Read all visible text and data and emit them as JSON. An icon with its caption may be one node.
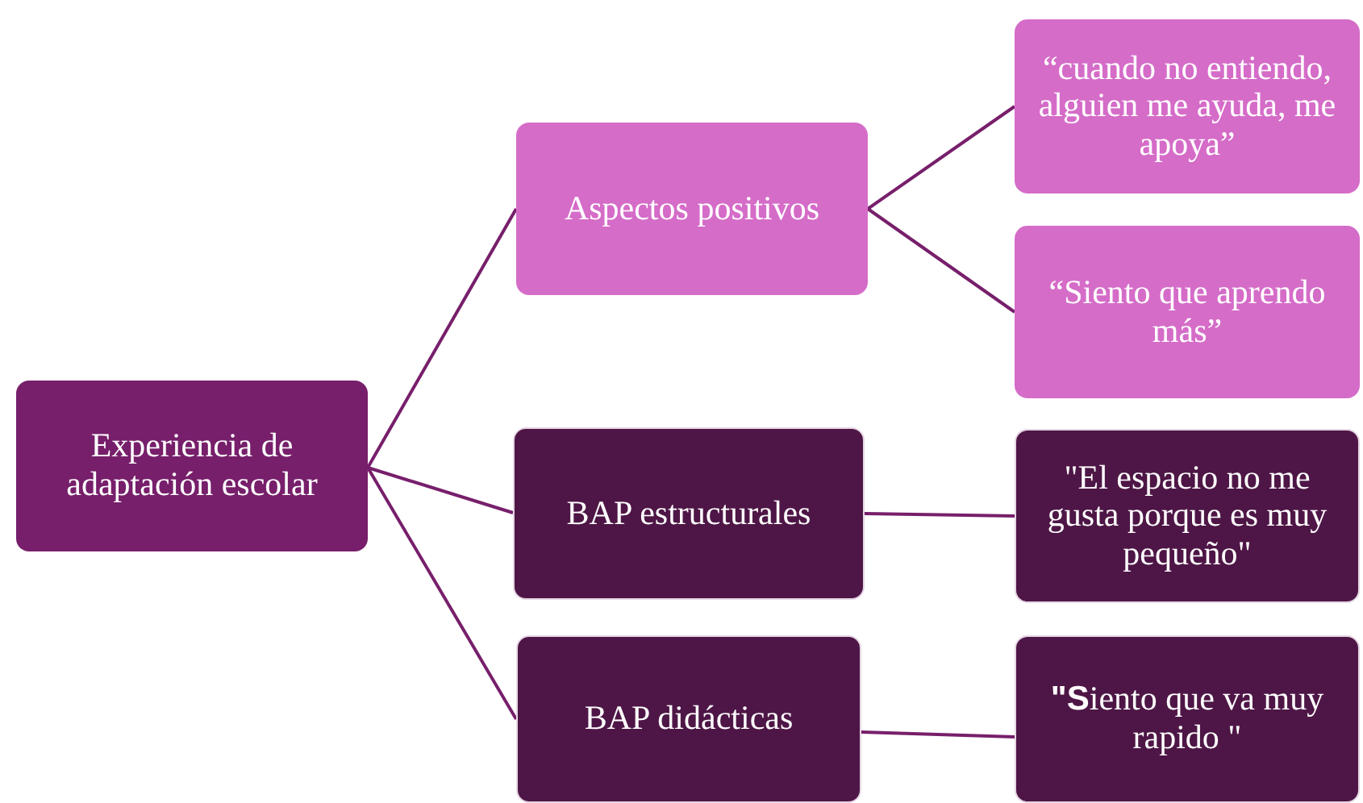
{
  "diagram": {
    "nodes": [
      {
        "text": [
          "Experiencia de adaptación escolar"
        ]
      },
      {
        "text": [
          "Aspectos positivos"
        ]
      },
      {
        "text": [
          "BAP estructurales"
        ]
      },
      {
        "text": [
          "BAP didácticas"
        ]
      },
      {
        "text": [
          "“cuando no entiendo, alguien me ayuda, me apoya”"
        ]
      },
      {
        "text": [
          "“Siento que aprendo más”"
        ]
      },
      {
        "text": [
          "\"El espacio no me gusta porque es muy pequeño\""
        ]
      },
      {
        "text": [
          "**\"S**iento que va muy rapido \""
        ]
      }
    ],
    "edges": [
      {
        "from": 0,
        "to": 1,
        "arrow": "none"
      },
      {
        "from": 0,
        "to": 2,
        "arrow": "none"
      },
      {
        "from": 0,
        "to": 3,
        "arrow": "none"
      },
      {
        "from": 1,
        "to": 4,
        "arrow": "none"
      },
      {
        "from": 1,
        "to": 5,
        "arrow": "none"
      },
      {
        "from": 2,
        "to": 6,
        "arrow": "none"
      },
      {
        "from": 3,
        "to": 7,
        "arrow": "none"
      }
    ]
  }
}
